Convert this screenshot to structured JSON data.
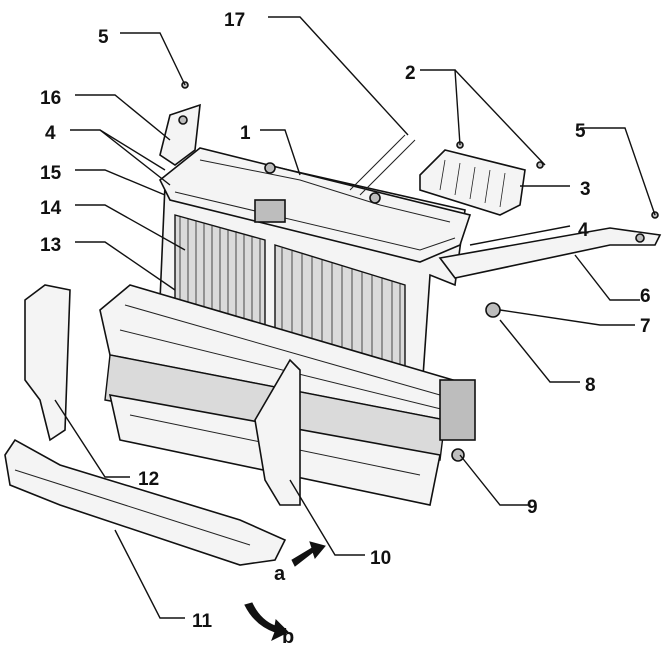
{
  "callouts": [
    {
      "id": "1",
      "label": "1"
    },
    {
      "id": "2",
      "label": "2"
    },
    {
      "id": "3",
      "label": "3"
    },
    {
      "id": "4a",
      "label": "4"
    },
    {
      "id": "4b",
      "label": "4"
    },
    {
      "id": "5a",
      "label": "5"
    },
    {
      "id": "5b",
      "label": "5"
    },
    {
      "id": "6",
      "label": "6"
    },
    {
      "id": "7",
      "label": "7"
    },
    {
      "id": "8",
      "label": "8"
    },
    {
      "id": "9",
      "label": "9"
    },
    {
      "id": "10",
      "label": "10"
    },
    {
      "id": "11",
      "label": "11"
    },
    {
      "id": "12",
      "label": "12"
    },
    {
      "id": "13",
      "label": "13"
    },
    {
      "id": "14",
      "label": "14"
    },
    {
      "id": "15",
      "label": "15"
    },
    {
      "id": "16",
      "label": "16"
    },
    {
      "id": "17",
      "label": "17"
    }
  ],
  "view_arrows": [
    {
      "id": "a",
      "label": "a"
    },
    {
      "id": "b",
      "label": "b"
    }
  ]
}
